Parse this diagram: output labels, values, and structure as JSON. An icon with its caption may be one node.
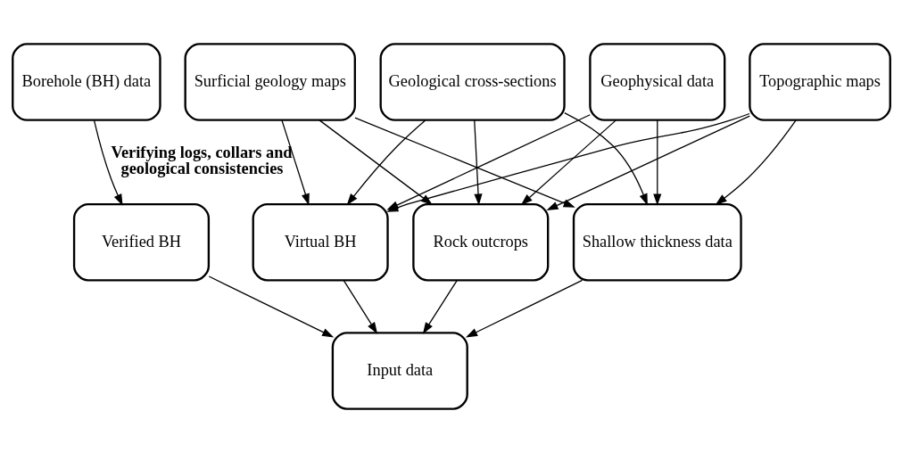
{
  "diagram": {
    "nodes": [
      {
        "text": [
          "Borehole (BH) data"
        ]
      },
      {
        "text": [
          "Surficial geology maps"
        ]
      },
      {
        "text": [
          "Geological cross-sections"
        ]
      },
      {
        "text": [
          "Geophysical data"
        ]
      },
      {
        "text": [
          "Topographic maps"
        ]
      },
      {
        "text": [
          "Virtual BH"
        ]
      },
      {
        "text": [
          "Rock outcrops"
        ]
      },
      {
        "text": [
          "Shallow thickness data"
        ]
      },
      {
        "text": [
          "Verified BH"
        ]
      },
      {
        "text": [
          "Input data"
        ]
      }
    ],
    "edges": [
      {
        "from": 0,
        "to": 8,
        "arrow": "to",
        "label": "Verifying logs, collars and geological consistencies"
      },
      {
        "from": 1,
        "to": 5,
        "arrow": "to"
      },
      {
        "from": 1,
        "to": 6,
        "arrow": "to"
      },
      {
        "from": 1,
        "to": 7,
        "arrow": "to"
      },
      {
        "from": 2,
        "to": 5,
        "arrow": "to"
      },
      {
        "from": 2,
        "to": 6,
        "arrow": "to"
      },
      {
        "from": 2,
        "to": 7,
        "arrow": "to"
      },
      {
        "from": 3,
        "to": 5,
        "arrow": "to"
      },
      {
        "from": 3,
        "to": 6,
        "arrow": "to"
      },
      {
        "from": 3,
        "to": 7,
        "arrow": "to"
      },
      {
        "from": 4,
        "to": 5,
        "arrow": "to"
      },
      {
        "from": 4,
        "to": 6,
        "arrow": "to"
      },
      {
        "from": 4,
        "to": 7,
        "arrow": "to"
      },
      {
        "from": 8,
        "to": 9,
        "arrow": "to"
      },
      {
        "from": 5,
        "to": 9,
        "arrow": "to"
      },
      {
        "from": 6,
        "to": 9,
        "arrow": "to"
      },
      {
        "from": 7,
        "to": 9,
        "arrow": "to"
      }
    ]
  }
}
